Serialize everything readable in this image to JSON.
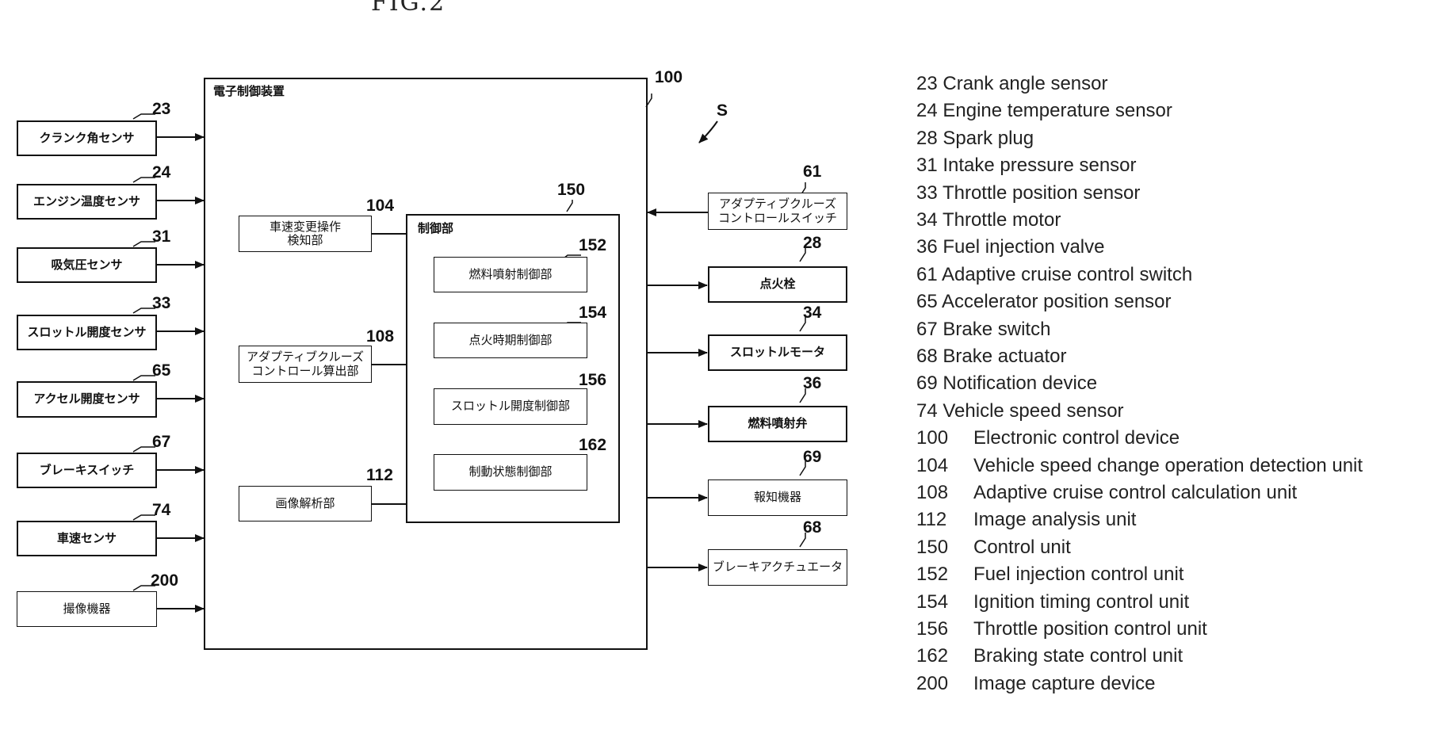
{
  "figure_label": "FIG.2",
  "diagram": {
    "ecu": {
      "ref": "100",
      "title": "電子制御装置"
    },
    "control": {
      "ref": "150",
      "title": "制御部"
    },
    "system_ref": "S",
    "inputs": [
      {
        "ref": "23",
        "label": "クランク角センサ"
      },
      {
        "ref": "24",
        "label": "エンジン温度センサ"
      },
      {
        "ref": "31",
        "label": "吸気圧センサ"
      },
      {
        "ref": "33",
        "label": "スロットル開度センサ"
      },
      {
        "ref": "65",
        "label": "アクセル開度センサ"
      },
      {
        "ref": "67",
        "label": "ブレーキスイッチ"
      },
      {
        "ref": "74",
        "label": "車速センサ"
      },
      {
        "ref": "200",
        "label": "撮像機器"
      }
    ],
    "units": [
      {
        "ref": "104",
        "line1": "車速変更操作",
        "line2": "検知部"
      },
      {
        "ref": "108",
        "line1": "アダプティブクルーズ",
        "line2": "コントロール算出部"
      },
      {
        "ref": "112",
        "line1": "画像解析部",
        "line2": ""
      }
    ],
    "subunits": [
      {
        "ref": "152",
        "label": "燃料噴射制御部"
      },
      {
        "ref": "154",
        "label": "点火時期制御部"
      },
      {
        "ref": "156",
        "label": "スロットル開度制御部"
      },
      {
        "ref": "162",
        "label": "制動状態制御部"
      }
    ],
    "acc_switch": {
      "ref": "61",
      "line1": "アダプティブクルーズ",
      "line2": "コントロールスイッチ"
    },
    "outputs": [
      {
        "ref": "28",
        "label": "点火栓"
      },
      {
        "ref": "34",
        "label": "スロットルモータ"
      },
      {
        "ref": "36",
        "label": "燃料噴射弁"
      },
      {
        "ref": "69",
        "label": "報知機器"
      },
      {
        "ref": "68",
        "label": "ブレーキアクチュエータ"
      }
    ]
  },
  "legend": [
    {
      "num": "23",
      "text": "Crank angle sensor"
    },
    {
      "num": "24",
      "text": "Engine temperature sensor"
    },
    {
      "num": "28",
      "text": "Spark plug"
    },
    {
      "num": "31",
      "text": "Intake pressure sensor"
    },
    {
      "num": "33",
      "text": "Throttle position sensor"
    },
    {
      "num": "34",
      "text": "Throttle motor"
    },
    {
      "num": "36",
      "text": "Fuel injection valve"
    },
    {
      "num": "61",
      "text": "Adaptive cruise control switch"
    },
    {
      "num": "65",
      "text": "Accelerator position sensor"
    },
    {
      "num": "67",
      "text": "Brake switch"
    },
    {
      "num": "68",
      "text": "Brake actuator"
    },
    {
      "num": "69",
      "text": "Notification device"
    },
    {
      "num": "74",
      "text": "Vehicle speed sensor"
    },
    {
      "num": "100",
      "text": "Electronic control device"
    },
    {
      "num": "104",
      "text": "Vehicle speed change operation detection unit"
    },
    {
      "num": "108",
      "text": "Adaptive cruise control calculation unit"
    },
    {
      "num": "112",
      "text": "Image analysis unit"
    },
    {
      "num": "150",
      "text": "Control unit"
    },
    {
      "num": "152",
      "text": "Fuel injection control unit"
    },
    {
      "num": "154",
      "text": "Ignition timing control unit"
    },
    {
      "num": "156",
      "text": "Throttle position control unit"
    },
    {
      "num": "162",
      "text": "Braking state control unit"
    },
    {
      "num": "200",
      "text": "Image capture device"
    }
  ]
}
